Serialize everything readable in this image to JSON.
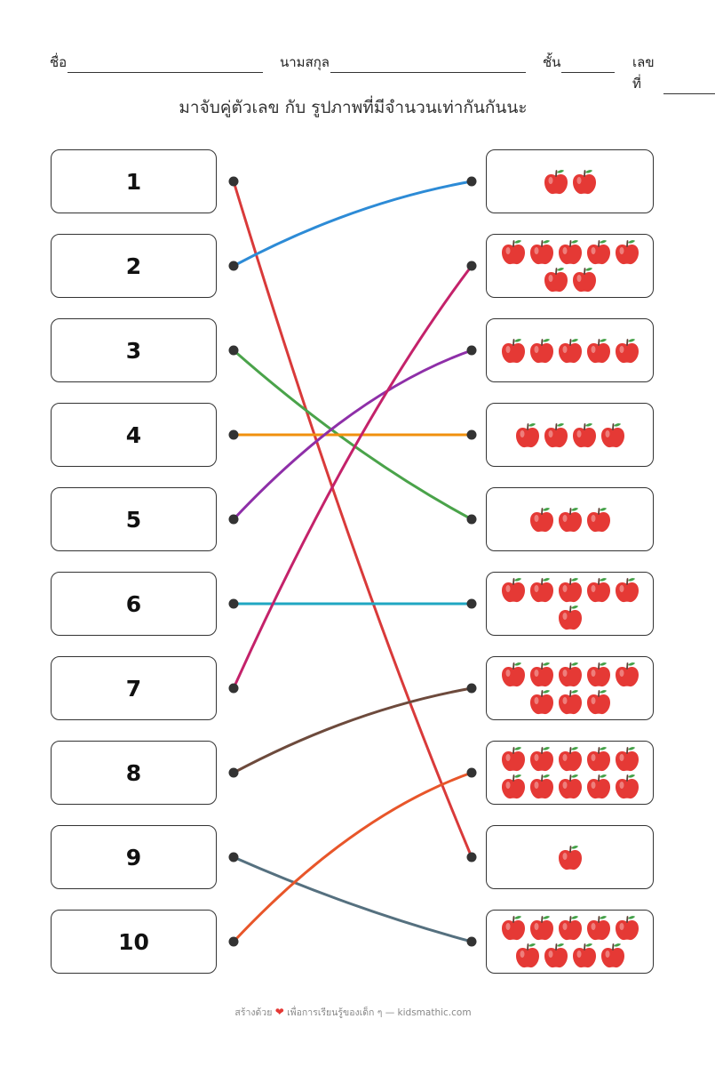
{
  "header": {
    "name_label": "ชื่อ",
    "surname_label": "นามสกุล",
    "class_label": "ชั้น",
    "number_label": "เลขที่"
  },
  "instruction": "มาจับคู่ตัวเลข กับ รูปภาพที่มีจำนวนเท่ากันกันนะ",
  "numbers": [
    "1",
    "2",
    "3",
    "4",
    "5",
    "6",
    "7",
    "8",
    "9",
    "10"
  ],
  "picture_counts": [
    2,
    7,
    5,
    4,
    3,
    6,
    8,
    10,
    1,
    9
  ],
  "picture_icon": "apple-icon",
  "matches": [
    {
      "number": "1",
      "picture_row": 9,
      "color": "#d93a3a"
    },
    {
      "number": "2",
      "picture_row": 1,
      "color": "#2d8bd6"
    },
    {
      "number": "3",
      "picture_row": 5,
      "color": "#4aa34a"
    },
    {
      "number": "4",
      "picture_row": 4,
      "color": "#f0900e"
    },
    {
      "number": "5",
      "picture_row": 3,
      "color": "#8e2fa8"
    },
    {
      "number": "6",
      "picture_row": 6,
      "color": "#1fa6c2"
    },
    {
      "number": "7",
      "picture_row": 2,
      "color": "#c4226a"
    },
    {
      "number": "8",
      "picture_row": 7,
      "color": "#6d4a3c"
    },
    {
      "number": "9",
      "picture_row": 10,
      "color": "#55707f"
    },
    {
      "number": "10",
      "picture_row": 8,
      "color": "#e8562a"
    }
  ],
  "footer": {
    "before": "สร้างด้วย",
    "heart": "❤",
    "after": "เพื่อการเรียนรู้ของเด็ก ๆ — kidsmathic.com"
  },
  "colors": {
    "apple_body": "#e53935",
    "apple_leaf": "#43a047",
    "dot": "#333333"
  }
}
